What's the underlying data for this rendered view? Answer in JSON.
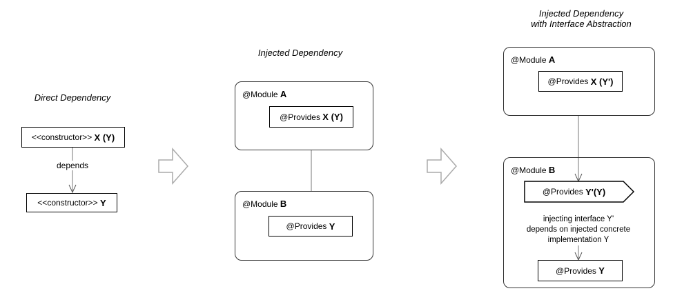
{
  "direct": {
    "title": "Direct Dependency",
    "x_box": {
      "prefix": "<<constructor>>",
      "name": "X (Y)"
    },
    "edge_label": "depends",
    "y_box": {
      "prefix": "<<constructor>>",
      "name": "Y"
    }
  },
  "injected": {
    "title": "Injected Dependency",
    "module_a": {
      "prefix": "@Module",
      "name": "A",
      "provides_prefix": "@Provides",
      "provides_name": "X (Y)"
    },
    "module_b": {
      "prefix": "@Module",
      "name": "B",
      "provides_prefix": "@Provides",
      "provides_name": "Y"
    }
  },
  "interface": {
    "title_line1": "Injected Dependency",
    "title_line2": "with Interface Abstraction",
    "module_a": {
      "prefix": "@Module",
      "name": "A",
      "provides_prefix": "@Provides",
      "provides_name": "X (Y')"
    },
    "module_b": {
      "prefix": "@Module",
      "name": "B",
      "interface_prefix": "@Provides",
      "interface_name": "Y'(Y)",
      "note_line1": "injecting interface Y'",
      "note_line2": "depends on injected concrete",
      "note_line3": "implementation Y",
      "provides_prefix": "@Provides",
      "provides_name": "Y"
    }
  }
}
